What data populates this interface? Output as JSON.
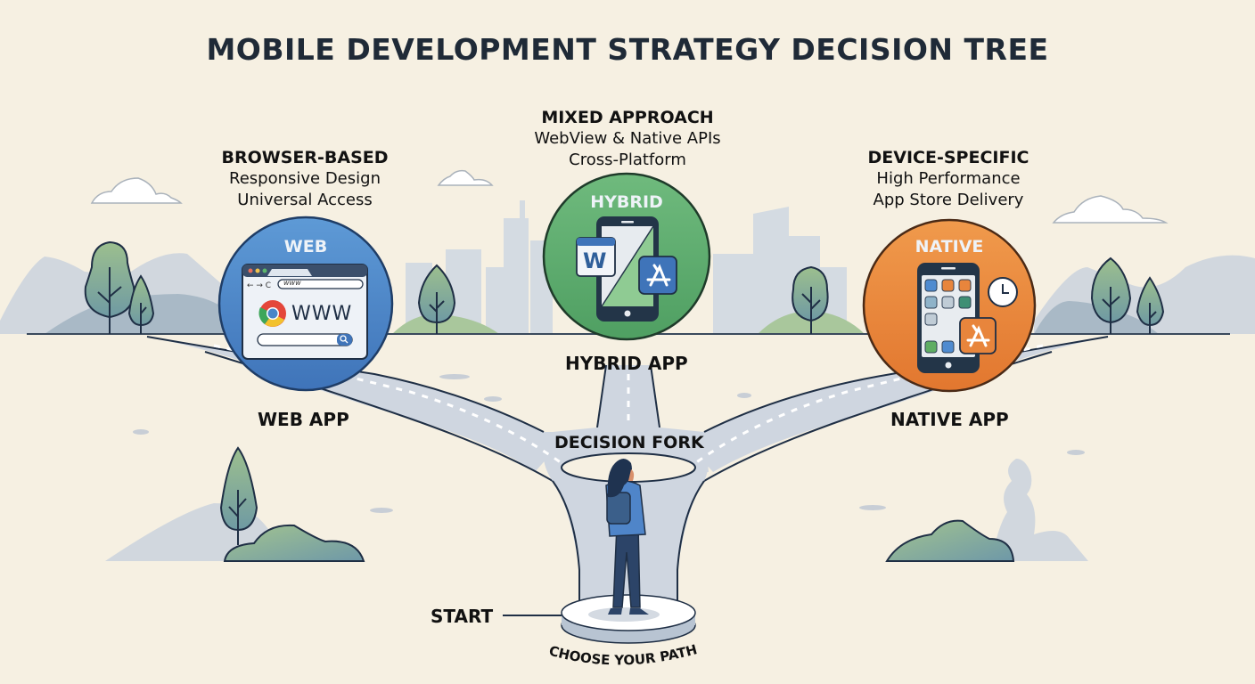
{
  "title": "MOBILE DEVELOPMENT STRATEGY DECISION TREE",
  "colors": {
    "background": "#f6f0e2",
    "web": "#4a86c8",
    "hybrid": "#5cab6e",
    "native": "#e8853c",
    "road": "#cfd6e0",
    "outline": "#1f2f45",
    "text": "#111111"
  },
  "branches": {
    "web": {
      "heading": "BROWSER-BASED",
      "line1": "Responsive Design",
      "line2": "Universal Access",
      "badge": "WEB",
      "url_text": "www",
      "brand_text": "WWW",
      "app_label": "WEB APP",
      "icon": "browser-window-icon"
    },
    "hybrid": {
      "heading": "MIXED APPROACH",
      "line1": "WebView & Native APIs",
      "line2": "Cross-Platform",
      "badge": "HYBRID",
      "web_glyph": "W",
      "app_label": "HYBRID APP",
      "icon": "split-phone-icon"
    },
    "native": {
      "heading": "DEVICE-SPECIFIC",
      "line1": "High Performance",
      "line2": "App Store Delivery",
      "badge": "NATIVE",
      "app_label": "NATIVE APP",
      "icon": "smartphone-app-grid-icon"
    }
  },
  "fork_label": "DECISION FORK",
  "start_label": "START",
  "choose_label": "CHOOSE YOUR PATH"
}
